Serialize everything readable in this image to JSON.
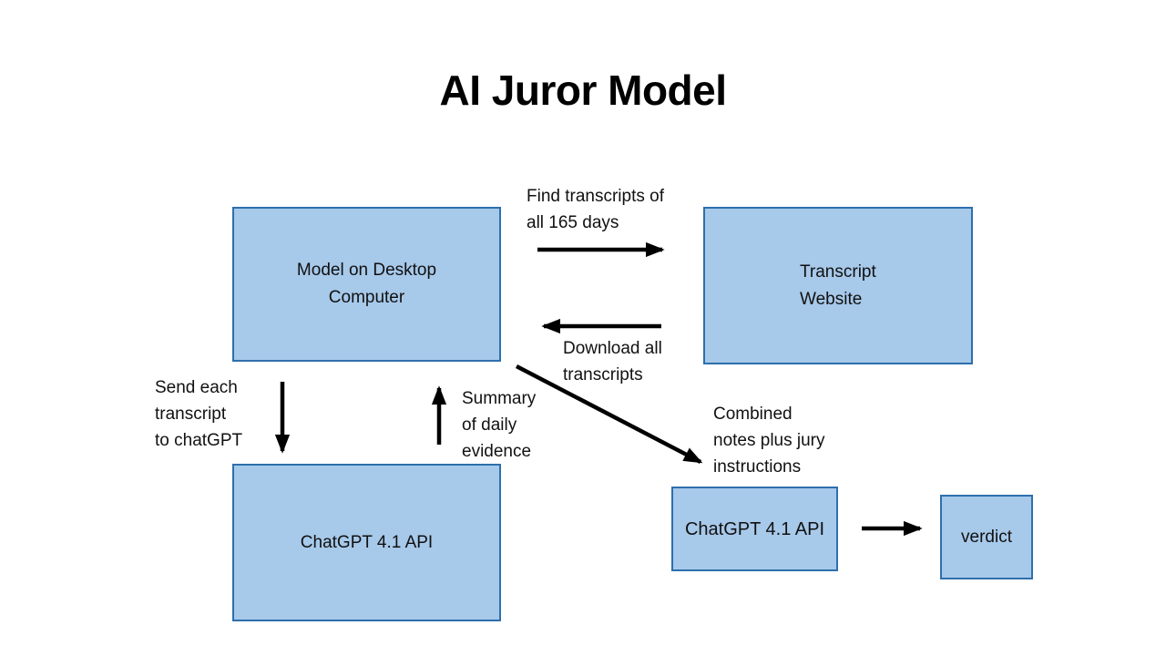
{
  "title": "AI Juror Model",
  "colors": {
    "background": "#FFFFFF",
    "box_fill": "#A7C9EA",
    "box_border": "#2E6FAD",
    "arrow": "#000000",
    "text": "#111111"
  },
  "boxes": {
    "model_desktop": "Model on Desktop\nComputer",
    "transcript_website": "Transcript\nWebsite",
    "chatgpt_daily": "ChatGPT 4.1 API",
    "chatgpt_final": "ChatGPT 4.1 API",
    "verdict": "verdict"
  },
  "arrows": {
    "find_transcripts": "Find transcripts of\nall 165 days",
    "download_transcripts": "Download all\ntranscripts",
    "send_transcript": "Send each\ntranscript\nto chatGPT",
    "daily_summary": "Summary\nof daily\nevidence",
    "combined_notes": "Combined\nnotes plus jury\ninstructions"
  }
}
